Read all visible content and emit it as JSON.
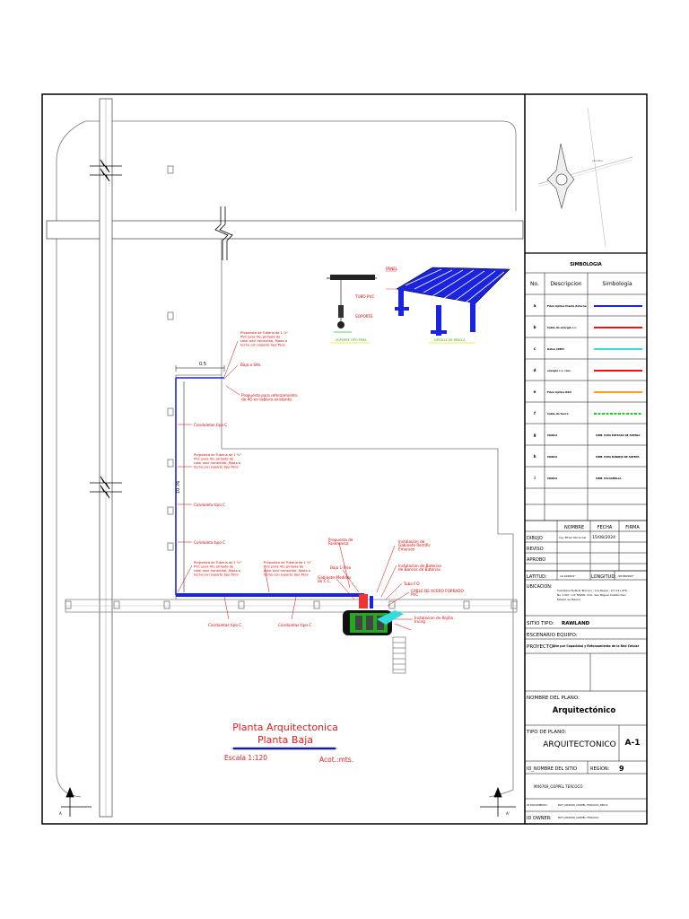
{
  "drawing_labels": {
    "title_line1": "Planta Arquitectonica",
    "title_line2": "Planta Baja",
    "scale": "Escala 1:120",
    "units": "Acot.:mts.",
    "callout_a": "Propuesta de Tuberia de 1 ½\" PVC para 4G, pintada de color azul horizontal, fijada a techo con soporte tipo Pera",
    "callout_b": "Baja a Site",
    "callout_c": "Propuesta para reforzamiento de 4G en tablero existente",
    "callout_d": "Conduletas tipo C",
    "callout_e": "Propuesta de Tuberia de 1 ½\" PVC para 4G, pintada de color azul horizontal, fijada a techo con soporte tipo Pera",
    "callout_f": "Conduleta tipo C",
    "callout_g": "Conduleta tipo C",
    "callout_h": "Propuesta de Tuberia de 1 ½\" PVC para 4G, pintada de color azul horizontal, fijada a techo con soporte tipo Pera",
    "callout_i": "Propuesta de Tuberia de 1 ½\" PVC para 4G, pintada de color azul horizontal, fijada a techo con soporte tipo Pera",
    "callout_j": "Conduletas tipo C",
    "callout_k": "Conduletas tipo C",
    "callout_l": "Propuesta de Fasemarca",
    "callout_m": "Baja 1-Flex",
    "callout_n": "Gabinete Medidor de C.C.",
    "callout_o": "Instalacion de Gabinete Rectificador Emerson",
    "callout_p": "Instalacion de Baterias de Bancos de Baterias",
    "callout_q": "Tubo F.O.",
    "callout_r": "CABLE DE ACERO FORRADO PVC",
    "callout_s": "Instalacion de Rejilla Irving",
    "dim_top": "0.5",
    "dim_side": "10.76",
    "detail_note1": "SOPORTE TIPO PERA",
    "detail_note2": "DETALLE DE REJILLA"
  },
  "legend": {
    "title": "SIMBOLOGIA",
    "col_no": "No.",
    "col_desc": "Descripcion",
    "col_sym": "Simbologia",
    "rows": [
      {
        "no": "a",
        "desc": "Fibra Optica Planta Externa",
        "color": "#1a24e0",
        "type": "line"
      },
      {
        "no": "b",
        "desc": "Cable de energia c.c.",
        "color": "#ee1111",
        "type": "line"
      },
      {
        "no": "c",
        "desc": "Datos (RBP)",
        "color": "#33dddd",
        "type": "line"
      },
      {
        "no": "d",
        "desc": "energia c.c. rrus",
        "color": "#ee1111",
        "type": "line"
      },
      {
        "no": "e",
        "desc": "Fibra Optica RRU",
        "color": "#ff9922",
        "type": "line"
      },
      {
        "no": "f",
        "desc": "Cable de tierra",
        "color": "#22cc22",
        "type": "dash"
      },
      {
        "no": "g",
        "desc": "MARCA",
        "color": "#000000",
        "type": "text",
        "sym": "SIMB. PARA ENTRADA DE ANTENA"
      },
      {
        "no": "h",
        "desc": "MARCA",
        "color": "#000000",
        "type": "text",
        "sym": "SIMB. PARA BANDEJA DE ANTENA"
      },
      {
        "no": "i",
        "desc": "MARCA",
        "color": "#000000",
        "type": "text",
        "sym": "SIMB. ESCALERILLA"
      }
    ]
  },
  "signatures": {
    "col_name": "NOMBRE",
    "col_date": "FECHA",
    "col_sign": "FIRMA",
    "dibujo": "DIBUJO",
    "reviso": "REVISO",
    "aprobo": "APROBO",
    "dibujo_name": "Ing. Efrain Noria Gar",
    "dibujo_date": "15/08/2024"
  },
  "site": {
    "latitud_label": "LATITUD:",
    "latitud": "19.496824°",
    "longitud_label": "LONGITUD:",
    "longitud": "-98.880693°",
    "ubicacion_label": "UBICACION:",
    "ubicacion": "Carretera Federal Texcoco - Los Reyes - km 13+470, No. 1347, C.P. 56200, COL. San Miguel Coatlinchan, Estado de Mexico",
    "sitio_tipo_label": "SITIO TIPO:",
    "sitio_tipo": "RAWLAND",
    "escenario_label": "ESCENARIO EQUIPO:",
    "proyecto_label": "PROYECTO:",
    "proyecto": "Site por Capacidad y Reforzamiento de la Red Celular",
    "nombre_plano_label": "NOMBRE DEL PLANO:",
    "nombre_plano": "Arquitectónico",
    "tipo_plano_label": "TIPO DE PLANO:",
    "tipo_plano": "ARQUITECTONICO",
    "sheet_no": "A-1",
    "id_sitio_label": "ID_NOMBRE DEL SITIO",
    "region_label": "REGION:",
    "region": "9",
    "id_sitio": "MX6769_COPPEL TEXCOCO",
    "id_document_label": "ID DOCUMENTO:",
    "id_document": "MXT_MX6769_COPPEL TEXCOCO_RBU 6",
    "id_owner_label": "ID OWNER:",
    "id_owner": "MXT_MX6769_COPPEL TEXCOCO"
  },
  "north": {
    "left_letter": "A",
    "right_letter": "A'"
  }
}
